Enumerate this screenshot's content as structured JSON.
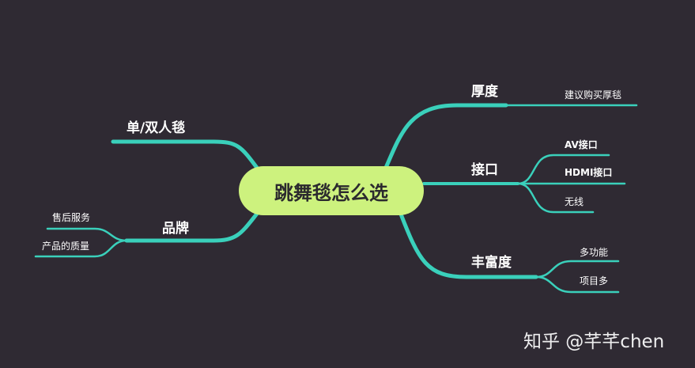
{
  "root": "跳舞毯怎么选",
  "branches": {
    "thickness": {
      "label": "厚度",
      "children": [
        "建议购买厚毯"
      ]
    },
    "interface": {
      "label": "接口",
      "children": [
        "AV接口",
        "HDMI接口",
        "无线"
      ]
    },
    "richness": {
      "label": "丰富度",
      "children": [
        "多功能",
        "项目多"
      ]
    },
    "single_double": {
      "label": "单/双人毯",
      "children": []
    },
    "brand": {
      "label": "品牌",
      "children": [
        "售后服务",
        "产品的质量"
      ]
    }
  },
  "watermark": "知乎 @芊芊chen",
  "colors": {
    "background": "#2f2a33",
    "line": "#3ad0bb",
    "root_fill": "#cdf27e"
  }
}
